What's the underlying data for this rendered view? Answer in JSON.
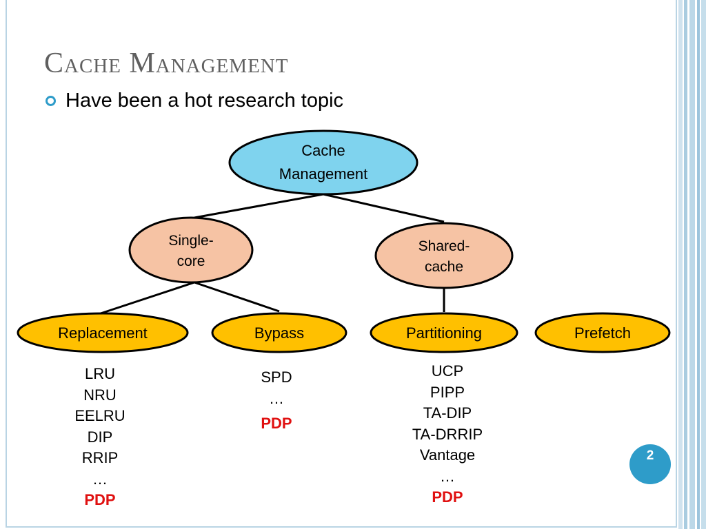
{
  "slide": {
    "title": "Cache Management",
    "bullet": "Have been a hot research topic",
    "page_number": "2"
  },
  "diagram": {
    "root": {
      "line1": "Cache",
      "line2": "Management"
    },
    "single_core": {
      "line1": "Single-",
      "line2": "core"
    },
    "shared_cache": {
      "line1": "Shared-",
      "line2": "cache"
    },
    "replacement": "Replacement",
    "bypass": "Bypass",
    "partitioning": "Partitioning",
    "prefetch": "Prefetch"
  },
  "lists": {
    "replacement": {
      "items": [
        "LRU",
        "NRU",
        "EELRU",
        "DIP",
        "RRIP",
        "…"
      ],
      "highlight": "PDP"
    },
    "bypass": {
      "items": [
        "SPD",
        "…"
      ],
      "highlight": "PDP"
    },
    "partitioning": {
      "items": [
        "UCP",
        "PIPP",
        "TA-DIP",
        "TA-DRRIP",
        "Vantage",
        "…"
      ],
      "highlight": "PDP"
    }
  },
  "colors": {
    "root_fill": "#7fd3ee",
    "mid_fill": "#f6c3a4",
    "leaf_fill": "#ffc000",
    "highlight": "#e01010",
    "accent": "#2e9cc9"
  }
}
